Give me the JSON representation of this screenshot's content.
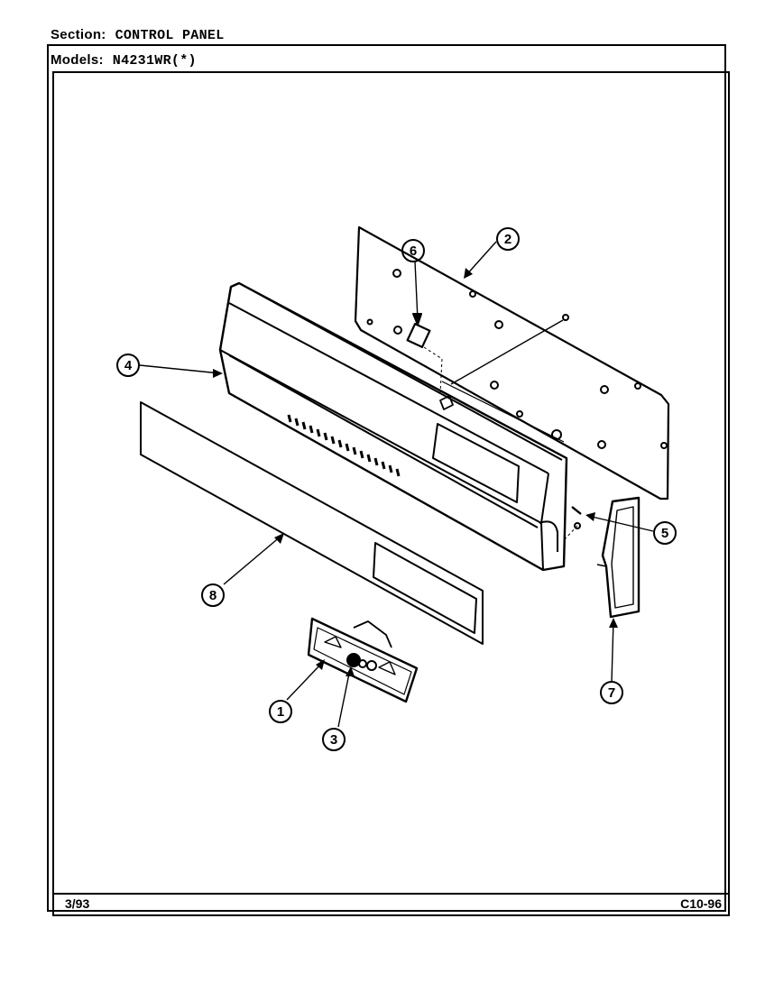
{
  "header": {
    "section_label": "Section:",
    "section_value": "CONTROL PANEL",
    "models_label": "Models:",
    "models_value": "N4231WR(*)"
  },
  "footer": {
    "date": "3/93",
    "code": "C10-96"
  },
  "callouts": {
    "c1": "1",
    "c2": "2",
    "c3": "3",
    "c4": "4",
    "c5": "5",
    "c6": "6",
    "c7": "7",
    "c8": "8"
  }
}
